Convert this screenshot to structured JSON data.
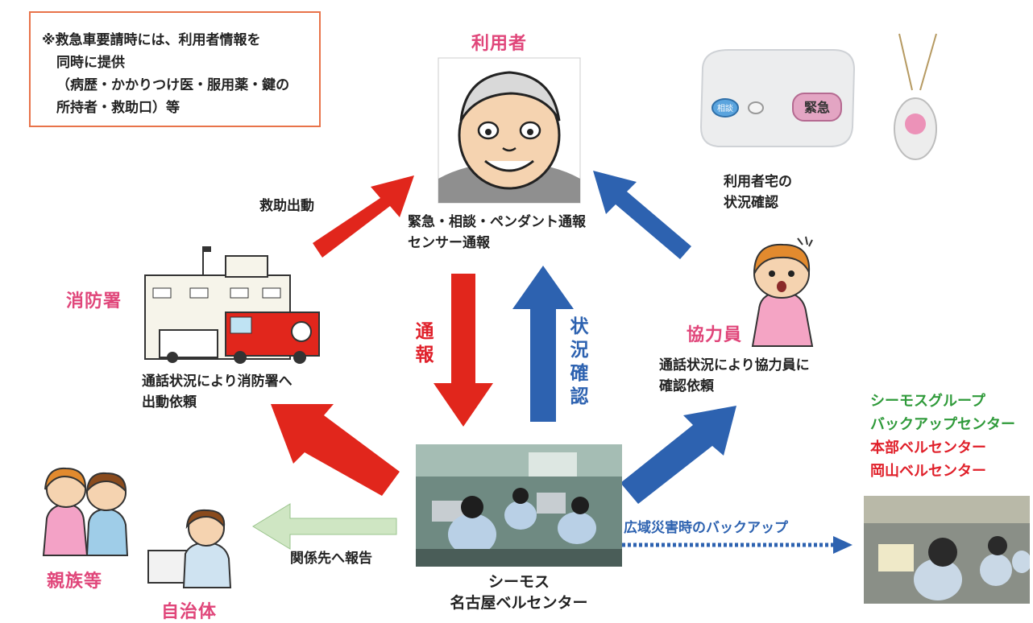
{
  "note": {
    "line1": "※救急車要請時には、利用者情報を",
    "line2": "同時に提供",
    "line3": "（病歴・かかりつけ医・服用薬・鍵の",
    "line4": "所持者・救助口）等"
  },
  "user": {
    "title": "利用者",
    "caption1": "緊急・相談・ペンダント通報",
    "caption2": "センサー通報"
  },
  "device": {
    "caption1": "利用者宅の",
    "caption2": "状況確認",
    "button_left": "相談",
    "button_right": "緊急"
  },
  "fire": {
    "title": "消防署",
    "caption1": "通話状況により消防署へ",
    "caption2": "出動依頼"
  },
  "cooperator": {
    "title": "協力員",
    "caption1": "通話状況により協力員に",
    "caption2": "確認依頼"
  },
  "center": {
    "caption1": "シーモス",
    "caption2": "名古屋ベルセンター"
  },
  "arrows": {
    "rescue": "救助出動",
    "report_vertical": "通報",
    "status_vertical": "状況確認",
    "notify": "関係先へ報告",
    "backup": "広域災害時のバックアップ"
  },
  "backup": {
    "line1": "シーモスグループ",
    "line2": "バックアップセンター",
    "line3": "本部ベルセンター",
    "line4": "岡山ベルセンター"
  },
  "relatives": {
    "title": "親族等"
  },
  "municipality": {
    "title": "自治体"
  },
  "colors": {
    "pink_title": "#e0467a",
    "red_arrow": "#e1261c",
    "blue_arrow": "#2d62b0",
    "green_arrow": "#cfe6c3",
    "green_text": "#2f9a3a",
    "note_border": "#e8734a"
  }
}
